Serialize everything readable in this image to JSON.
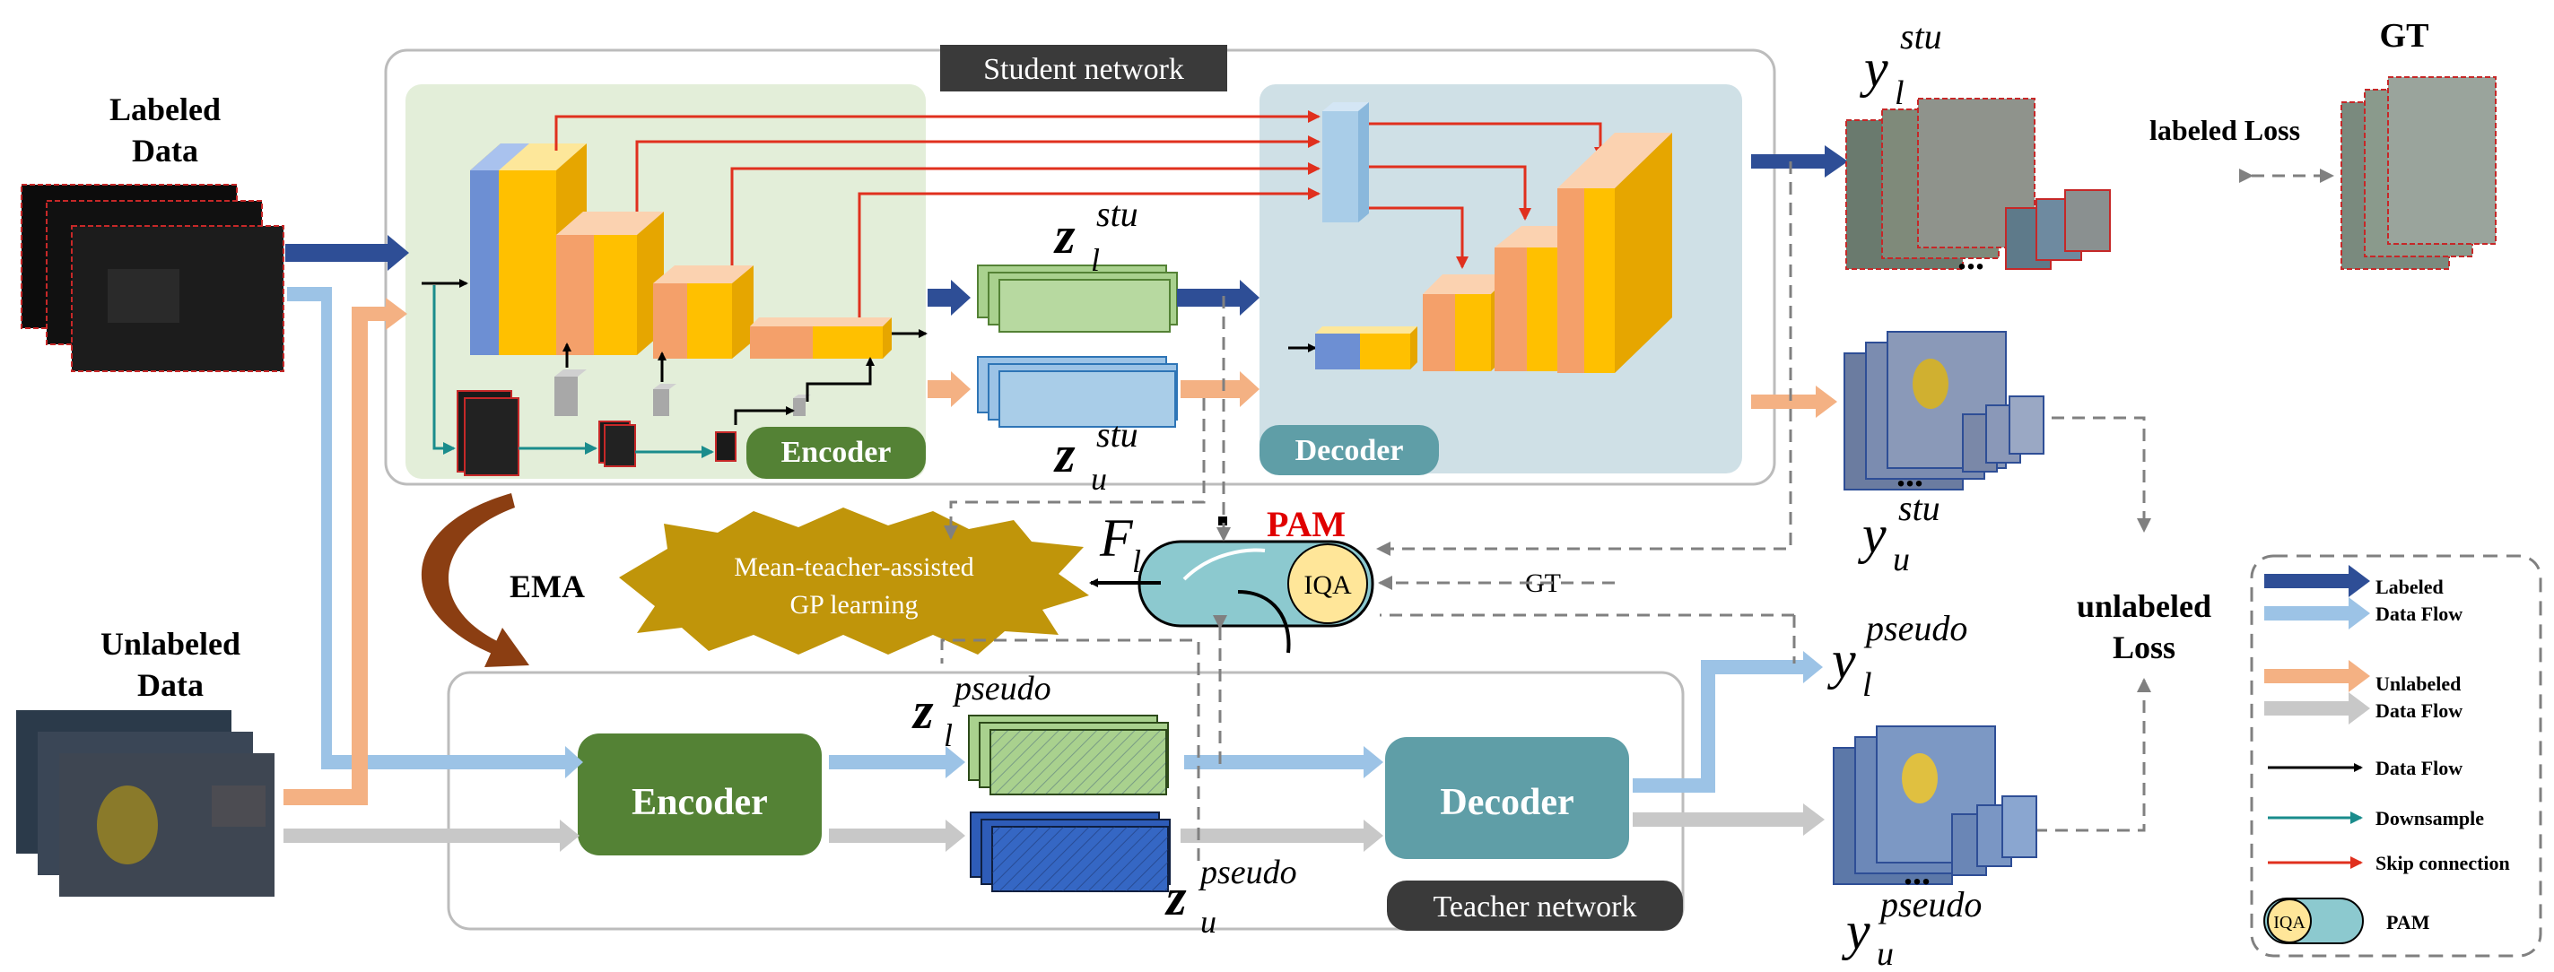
{
  "student": {
    "title": "Student network",
    "encoder_label": "Encoder",
    "decoder_label": "Decoder"
  },
  "teacher": {
    "title": "Teacher network",
    "encoder_label": "Encoder",
    "decoder_label": "Decoder"
  },
  "inputs": {
    "labeled_line1": "Labeled",
    "labeled_line2": "Data",
    "unlabeled_line1": "Unlabeled",
    "unlabeled_line2": "Data"
  },
  "latents": {
    "z": "z",
    "sub_l": "l",
    "sub_u": "u",
    "stu": "stu",
    "pseudo": "pseudo"
  },
  "outputs": {
    "y": "y",
    "sub_l": "l",
    "sub_u": "u",
    "stu": "stu",
    "pseudo": "pseudo",
    "ellipsis": "..."
  },
  "center": {
    "ema": "EMA",
    "gp_line1": "Mean-teacher-assisted",
    "gp_line2": "GP learning",
    "pam": "PAM",
    "iqa": "IQA",
    "gt_arrow": "GT",
    "f": "F",
    "f_sub": "l"
  },
  "losses": {
    "gt": "GT",
    "labeled": "labeled Loss",
    "unlabeled_line1": "unlabeled",
    "unlabeled_line2": "Loss"
  },
  "legend": {
    "labeled": "Labeled",
    "labeled_flow": "Data Flow",
    "unlabeled": "Unlabeled",
    "unlabeled_flow": "Data Flow",
    "data_flow": "Data Flow",
    "downsample": "Downsample",
    "skip": "Skip connection",
    "iqa": "IQA",
    "pam": "PAM"
  },
  "colors": {
    "dark_blue": "#2e4e96",
    "light_blue": "#9cc3e6",
    "orange": "#f4b183",
    "gray": "#c8c8c8",
    "red": "#e0301e",
    "teal": "#1a8c8c",
    "encoder_green": "#548235",
    "decoder_teal": "#5f9ea7",
    "pam_red": "#e00000",
    "gp_gold": "#b8860b"
  }
}
